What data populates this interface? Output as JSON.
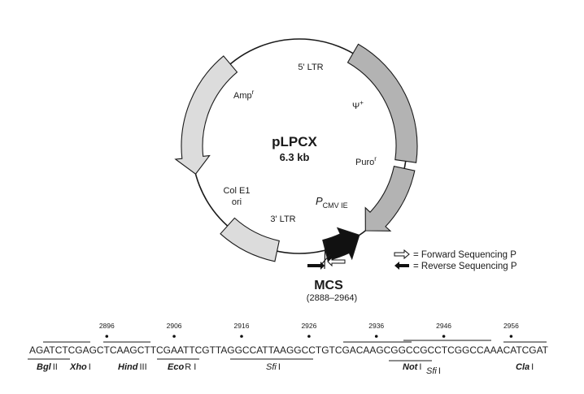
{
  "plasmid": {
    "name": "pLPCX",
    "size": "6.3 kb"
  },
  "features": {
    "ltr5": "5' LTR",
    "psi": "Ψ",
    "psi_sup": "+",
    "puro": "Puro",
    "puro_sup": "r",
    "pcmv_p": "P",
    "pcmv_sub": "CMV IE",
    "ltr3": "3' LTR",
    "colE1_1": "Col E1",
    "colE1_2": "ori",
    "amp": "Amp",
    "amp_sup": "r"
  },
  "mcs": {
    "label": "MCS",
    "range": "(2888–2964)"
  },
  "legend": {
    "forward": "= Forward Sequencing P",
    "reverse": "= Reverse Sequencing P"
  },
  "sequence": {
    "text": "AGATCTCGAGCTCAAGCTTCGAATTCGTTAGGCCATTAAGGCCTGTCGACAAGCGGCCGCCTCGGCCAAACATCGAT",
    "positions": [
      "2896",
      "2906",
      "2916",
      "2926",
      "2936",
      "2946",
      "2956"
    ]
  },
  "sites": {
    "bgl": "Bgl",
    "bgl_n": "II",
    "xho": "Xho",
    "xho_n": "I",
    "hind": "Hind",
    "hind_n": "III",
    "eco": "Eco",
    "eco_n": "R I",
    "sfi1": "Sfi",
    "sfi1_n": "I",
    "not": "Not",
    "not_n": "I",
    "sfi2": "Sfi",
    "sfi2_n": "I",
    "cla": "Cla",
    "cla_n": "I"
  },
  "colors": {
    "light_gray": "#dcdcdc",
    "mid_gray": "#b3b3b3",
    "dark": "#111111"
  }
}
